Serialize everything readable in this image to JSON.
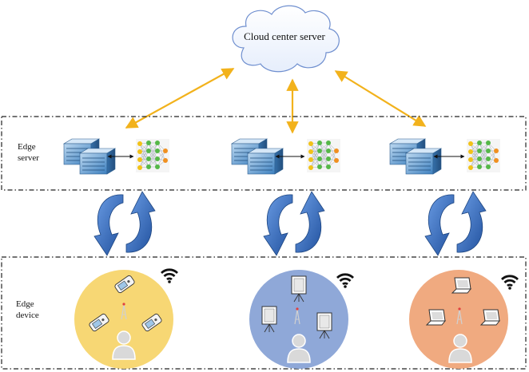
{
  "cloud": {
    "label": "Cloud center server"
  },
  "edge_server": {
    "label_line1": "Edge",
    "label_line2": "server"
  },
  "edge_device": {
    "label_line1": "Edge",
    "label_line2": "device"
  },
  "colors": {
    "uplink_arrow": "#f2b21c",
    "sync_arrow": "#2e64b8",
    "device_group_1": "#f7d774",
    "device_group_2": "#8fa8d8",
    "device_group_3": "#f0aa80",
    "nn_node_yellow": "#f2c218",
    "nn_node_green": "#55b848",
    "nn_node_orange": "#f09020"
  },
  "icons": {
    "server": "server-rack-icon",
    "neural_network": "neural-network-icon",
    "wifi": "wifi-icon",
    "user": "user-icon",
    "phone": "mobile-phone-icon",
    "display": "display-panel-icon",
    "laptop": "laptop-icon"
  }
}
